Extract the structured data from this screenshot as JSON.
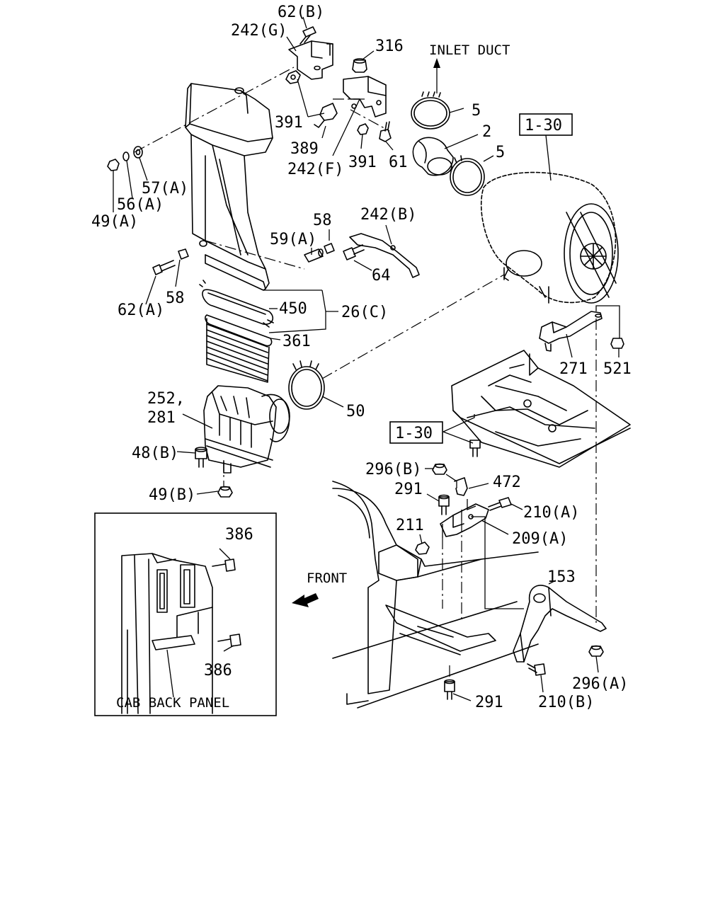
{
  "labels": {
    "l62b": "62(B)",
    "l242g": "242(G)",
    "l316": "316",
    "inlet_duct": "INLET DUCT",
    "l5a": "5",
    "l2": "2",
    "l5b": "5",
    "l130a": "1-30",
    "l391a": "391",
    "l389": "389",
    "l242f": "242(F)",
    "l391b": "391",
    "l61": "61",
    "l57a": "57(A)",
    "l56a": "56(A)",
    "l49a": "49(A)",
    "l58a": "58",
    "l242b": "242(B)",
    "l59a": "59(A)",
    "l64": "64",
    "l62a": "62(A)",
    "l58b": "58",
    "l450": "450",
    "l26c": "26(C)",
    "l361": "361",
    "l271": "271",
    "l521": "521",
    "l252": "252,",
    "l281": "281",
    "l50": "50",
    "l130b": "1-30",
    "l48b": "48(B)",
    "l296b": "296(B)",
    "l291a": "291",
    "l472": "472",
    "l49b": "49(B)",
    "l210a": "210(A)",
    "l211": "211",
    "l209a": "209(A)",
    "l386a": "386",
    "front": "FRONT",
    "l153": "153",
    "l386b": "386",
    "cab_back_panel": "CAB BACK PANEL",
    "l296a": "296(A)",
    "l291b": "291",
    "l210b": "210(B)"
  }
}
